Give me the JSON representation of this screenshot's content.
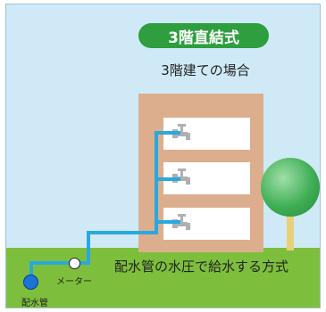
{
  "title_badge": "3階直結式",
  "subtitle": "3階建ての場合",
  "description": "配水管の水圧で給水する方式",
  "labels": {
    "meter": "メーター",
    "water_main": "配水管"
  },
  "icons": {
    "faucet": "faucet-icon",
    "tree": "tree-icon",
    "meter": "meter-icon",
    "water_main": "water-main-icon"
  },
  "colors": {
    "sky": "#cfeaf6",
    "ground": "#7dbf3c",
    "building": "#dcae8e",
    "window": "#ffffff",
    "pipe": "#29a8e0",
    "badge": "#2e9e3e",
    "tree": "#3fae55",
    "trunk": "#e8d07a",
    "faucet": "#b0b0b0",
    "water_main": "#1a73d9"
  }
}
